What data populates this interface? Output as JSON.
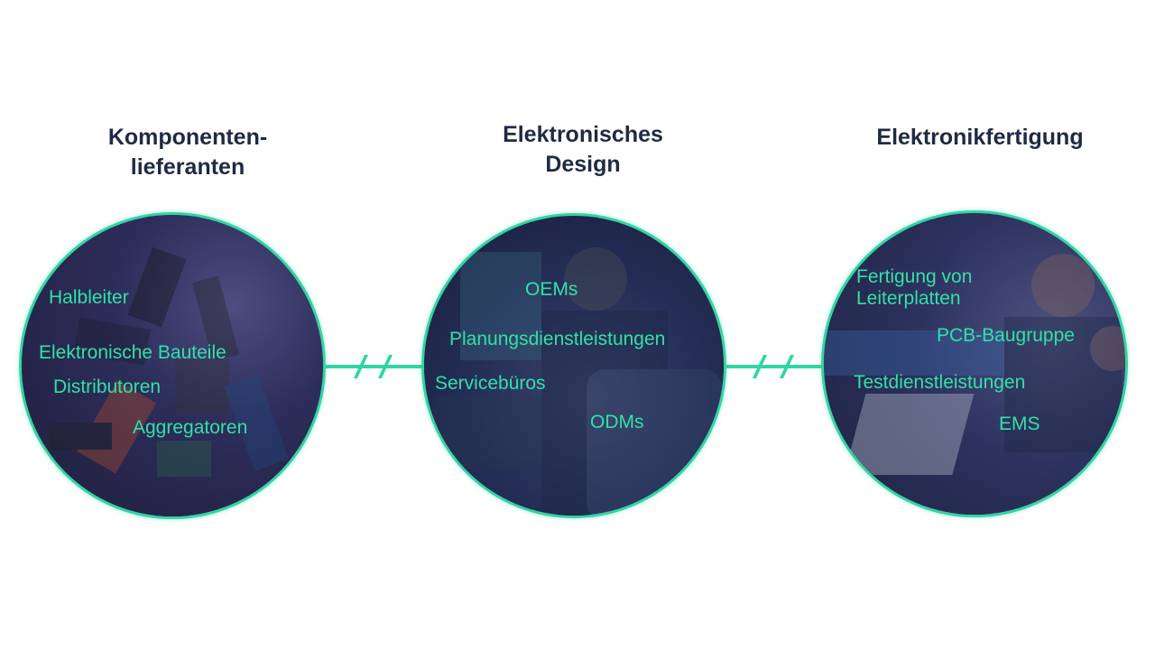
{
  "columns": [
    {
      "title": "Komponenten-\nlieferanten",
      "items": [
        "Halbleiter",
        "Elektronische Bauteile",
        "Distributoren",
        "Aggregatoren"
      ]
    },
    {
      "title": "Elektronisches\nDesign",
      "items": [
        "OEMs",
        "Planungsdienstleistungen",
        "Servicebüros",
        "ODMs"
      ]
    },
    {
      "title": "Elektronikfertigung",
      "items": [
        "Fertigung von\nLeiterplatten",
        "PCB-Baugruppe",
        "Testdienstleistungen",
        "EMS"
      ]
    }
  ],
  "colors": {
    "accent": "#2fd6a3",
    "title": "#1f2a44",
    "circle_overlay": "#2d2d5e"
  }
}
